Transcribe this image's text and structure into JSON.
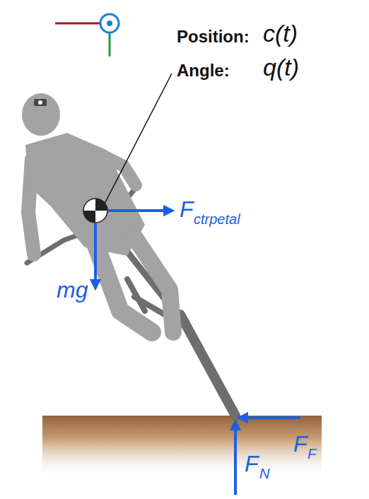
{
  "diagram": {
    "labels": [
      "Position:",
      "c(t)",
      "Angle:",
      "q(t)",
      "F",
      "ctrpetal",
      "mg",
      "F",
      "F",
      "F",
      "N"
    ]
  }
}
